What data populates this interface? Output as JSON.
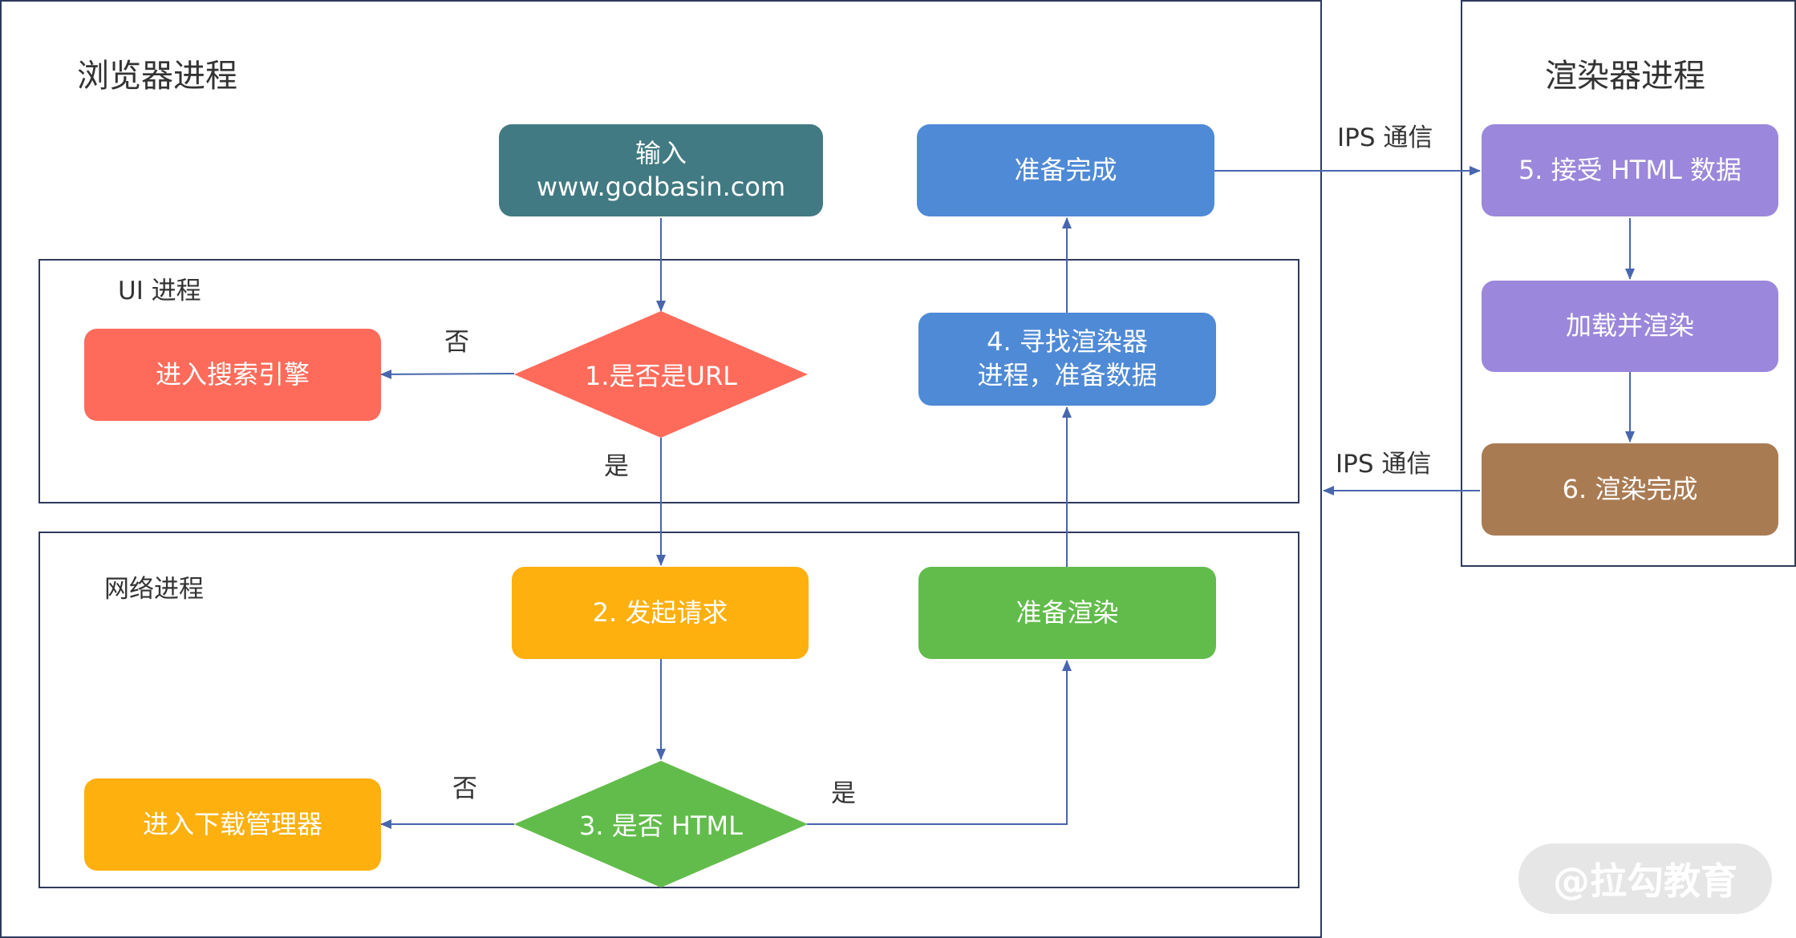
{
  "colors": {
    "teal": "#417a82",
    "blue": "#4f8ad6",
    "coral": "#fe6b5b",
    "orange": "#feb00f",
    "green": "#62bc4b",
    "purple": "#9b87db",
    "brown": "#a97b53",
    "frame": "#2e3a5c",
    "arrow": "#4866ad",
    "text": "#333333"
  },
  "browser_process": {
    "title": "浏览器进程"
  },
  "renderer_process": {
    "title": "渲染器进程"
  },
  "ui_process": {
    "title": "UI 进程"
  },
  "network_process": {
    "title": "网络进程"
  },
  "nodes": {
    "input": {
      "line1": "输入",
      "line2": "www.godbasin.com"
    },
    "ready_done": "准备完成",
    "is_url": "1.是否是URL",
    "search_engine": "进入搜索引擎",
    "find_renderer": {
      "line1": "4. 寻找渲染器",
      "line2": "进程，准备数据"
    },
    "request": "2. 发起请求",
    "prepare_render": "准备渲染",
    "is_html": "3. 是否 HTML",
    "download_manager": "进入下载管理器",
    "receive_html": "5. 接受 HTML 数据",
    "load_render": "加载并渲染",
    "render_done": "6. 渲染完成"
  },
  "edge_labels": {
    "url_no": "否",
    "url_yes": "是",
    "html_no": "否",
    "html_yes": "是",
    "ipc_to_renderer": "IPS 通信",
    "ipc_to_browser": "IPS 通信"
  },
  "watermark": "@拉勾教育"
}
